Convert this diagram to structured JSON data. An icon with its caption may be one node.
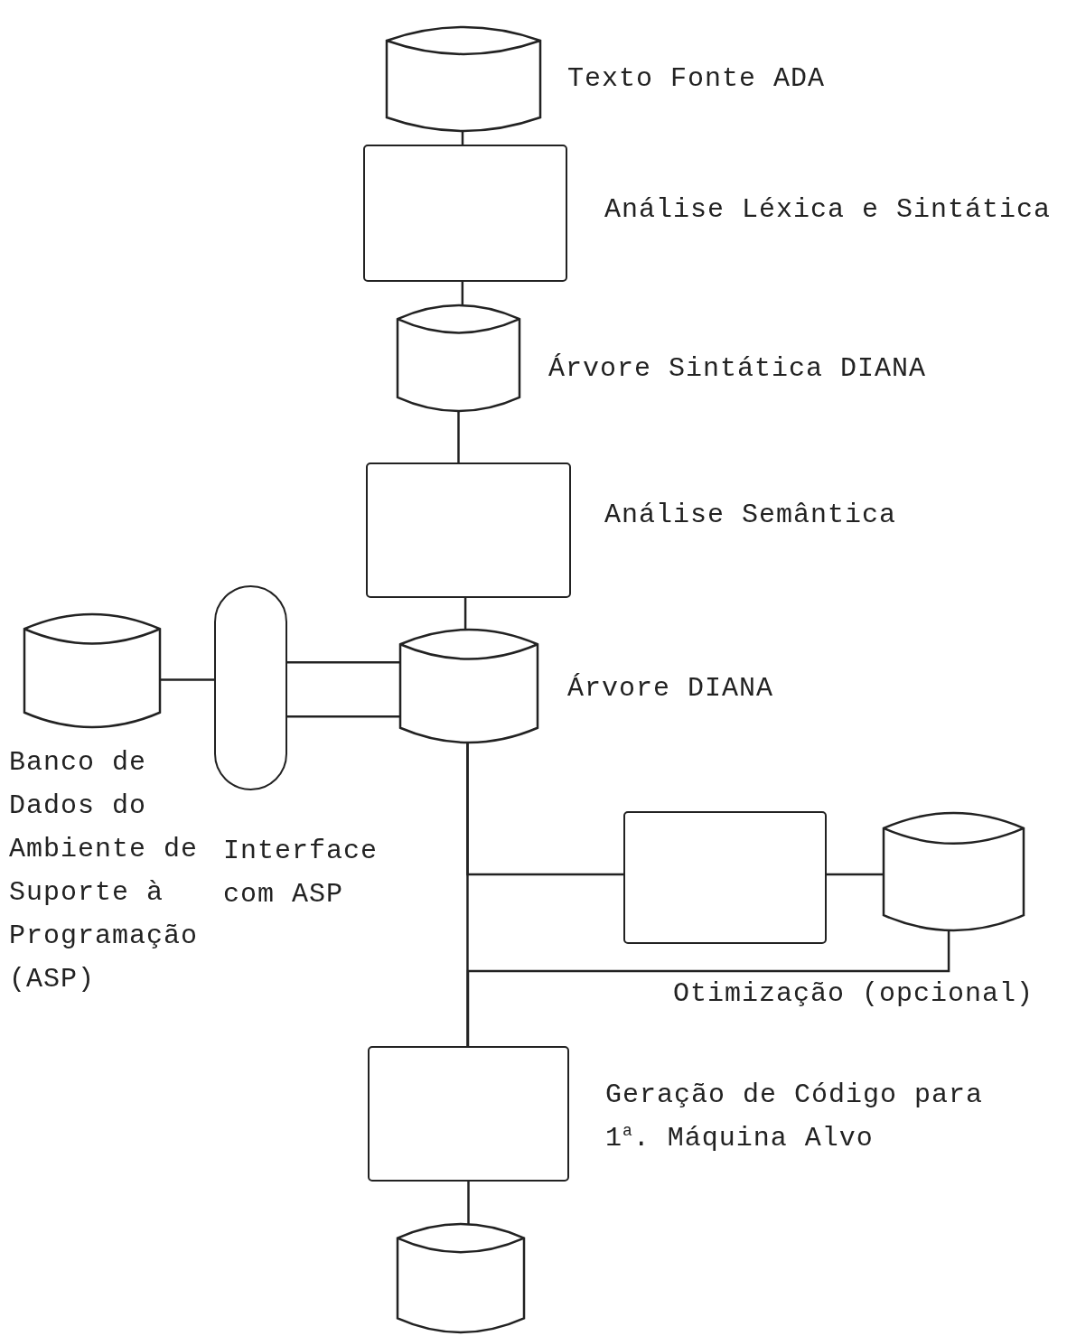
{
  "diagram": {
    "nodes": [
      {
        "text": [
          "Texto Fonte ADA"
        ]
      },
      {
        "text": [
          "Análise Léxica e Sintática"
        ]
      },
      {
        "text": [
          "Árvore Sintática DIANA"
        ]
      },
      {
        "text": [
          "Análise Semântica"
        ]
      },
      {
        "text": [
          "Árvore DIANA"
        ]
      },
      {
        "text": [
          "Interface com ASP"
        ]
      },
      {
        "text": [
          "Banco de Dados do Ambiente de Suporte à Programação (ASP)"
        ]
      },
      {
        "text": [],
        "shape": "box"
      },
      {
        "text": [],
        "shape": "cylinder"
      },
      {
        "text": [
          "Geração de Código para 1$^{a}$. Máquina Alvo"
        ]
      },
      {
        "text": [],
        "shape": "cylinder"
      }
    ],
    "edges": [
      {
        "from": 0,
        "to": 1,
        "arrow": "none"
      },
      {
        "from": 1,
        "to": 2,
        "arrow": "none"
      },
      {
        "from": 2,
        "to": 3,
        "arrow": "none"
      },
      {
        "from": 3,
        "to": 4,
        "arrow": "none"
      },
      {
        "from": 6,
        "to": 5,
        "arrow": "none"
      },
      {
        "from": 5,
        "to": 4,
        "arrow": "none"
      },
      {
        "from": 5,
        "to": 4,
        "arrow": "none"
      },
      {
        "from": 4,
        "to": 7,
        "arrow": "none"
      },
      {
        "from": 7,
        "to": 8,
        "arrow": "none"
      },
      {
        "from": 4,
        "to": 9,
        "arrow": "none"
      },
      {
        "from": 8,
        "to": 9,
        "arrow": "none"
      },
      {
        "from": 9,
        "to": 10,
        "arrow": "none"
      }
    ],
    "labels": [
      "Otimização (opcional)"
    ]
  }
}
